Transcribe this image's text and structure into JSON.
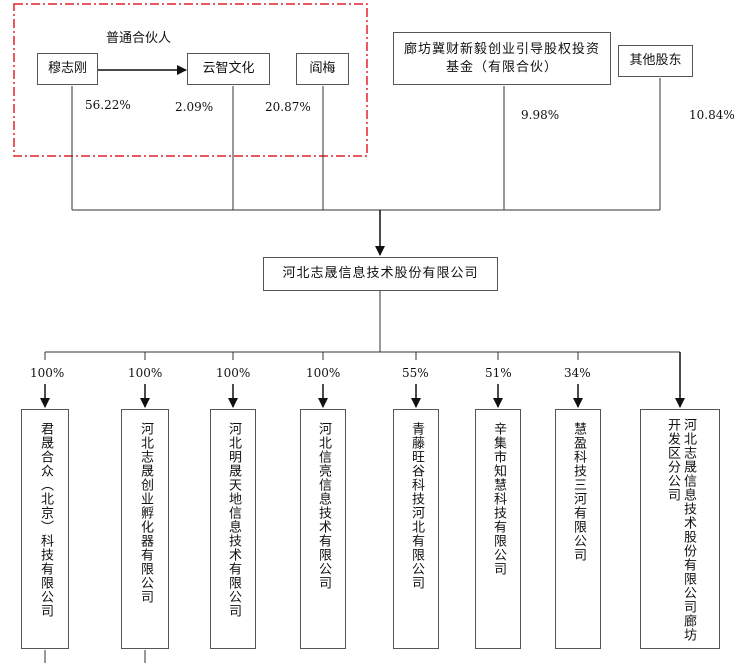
{
  "group_label": "普通合伙人",
  "shareholders": {
    "mu": "穆志刚",
    "yunzhi": "云智文化",
    "yan": "阎梅",
    "langfang": "廊坊冀财新毅创业引导股权投资基金（有限合伙）",
    "others": "其他股东"
  },
  "shareholder_percents": {
    "mu": "56.22%",
    "yunzhi": "2.09%",
    "yan": "20.87%",
    "langfang": "9.98%",
    "others": "10.84%"
  },
  "company": "河北志晟信息技术股份有限公司",
  "subsidiaries": [
    {
      "name": "君晟合众（北京）科技有限公司",
      "percent": "100%"
    },
    {
      "name": "河北志晟创业孵化器有限公司",
      "percent": "100%"
    },
    {
      "name": "河北明晟天地信息技术有限公司",
      "percent": "100%"
    },
    {
      "name": "河北信亮信息技术有限公司",
      "percent": "100%"
    },
    {
      "name": "青藤旺谷科技河北有限公司",
      "percent": "55%"
    },
    {
      "name": "辛集市知慧科技有限公司",
      "percent": "51%"
    },
    {
      "name": "慧盈科技三河有限公司",
      "percent": "34%"
    },
    {
      "name": "河北志晟信息技术股份有限公司廊坊开发区分公司",
      "percent": ""
    }
  ]
}
